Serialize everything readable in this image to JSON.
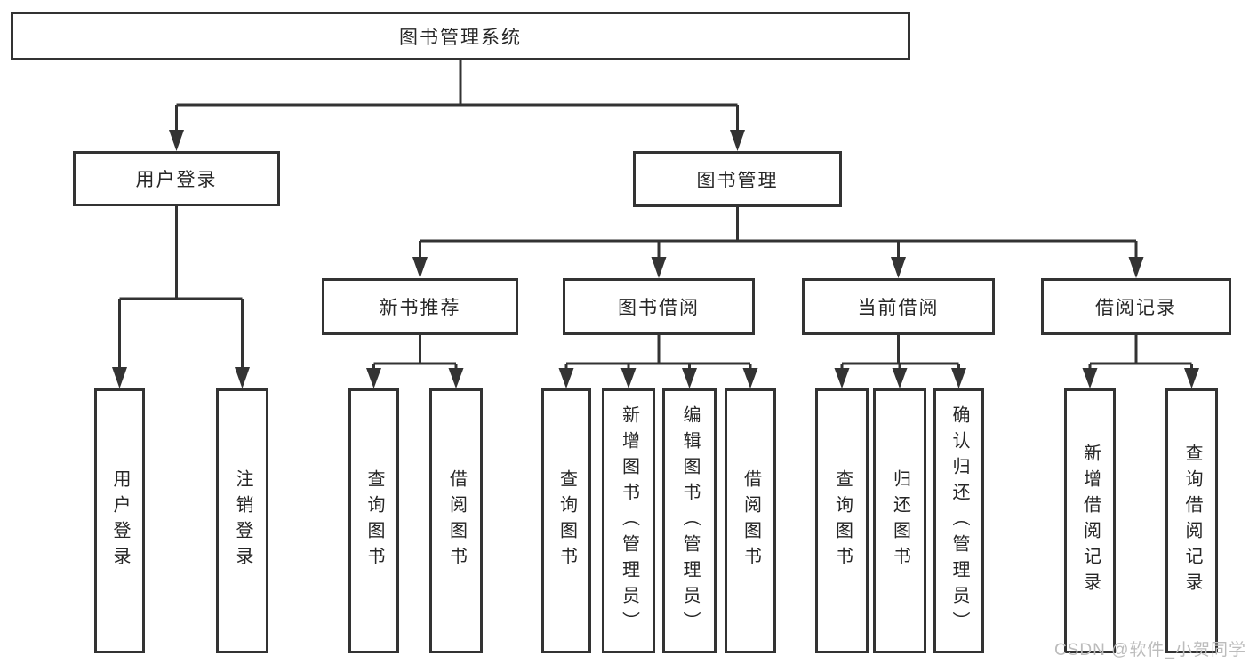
{
  "diagram": {
    "root": {
      "label": "图书管理系统"
    },
    "branches": [
      {
        "label": "用户登录"
      },
      {
        "label": "图书管理"
      }
    ],
    "modules": [
      {
        "label": "新书推荐"
      },
      {
        "label": "图书借阅"
      },
      {
        "label": "当前借阅"
      },
      {
        "label": "借阅记录"
      }
    ],
    "leaves": [
      {
        "label": "用户登录"
      },
      {
        "label": "注销登录"
      },
      {
        "label": "查询图书"
      },
      {
        "label": "借阅图书"
      },
      {
        "label": "查询图书"
      },
      {
        "label": "新增图书（管理员）"
      },
      {
        "label": "编辑图书（管理员）"
      },
      {
        "label": "借阅图书"
      },
      {
        "label": "查询图书"
      },
      {
        "label": "归还图书"
      },
      {
        "label": "确认归还（管理员）"
      },
      {
        "label": "新增借阅记录"
      },
      {
        "label": "查询借阅记录"
      }
    ],
    "colors": {
      "line": "#333333",
      "text": "#262626",
      "background": "#ffffff",
      "watermark": "#bcbcbc"
    }
  },
  "watermark": {
    "text": "CSDN @软件_小贺同学"
  }
}
